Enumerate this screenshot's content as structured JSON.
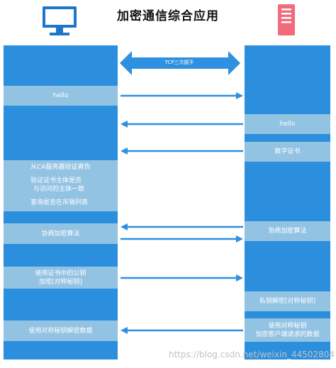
{
  "title": "加密通信综合应用",
  "client_icon": "monitor-icon",
  "server_icon": "server-icon",
  "handshake_label": "TCP三次握手",
  "left_steps": {
    "hello": "hello",
    "verify": [
      "从CA服务器验证真伪",
      "验证证书主体是否",
      "与访问的主体一致",
      "查询是否在吊销列表"
    ],
    "negotiate": "协商加密算法",
    "encrypt": [
      "使用证书中的公钥",
      "加密[对称秘钥]"
    ],
    "decrypt_data": "使用对称秘钥解密数据"
  },
  "right_steps": {
    "hello": "hello",
    "certificate": "数字证书",
    "negotiate": "协商加密算法",
    "private_decrypt": "私钥解密[对称秘钥]",
    "encrypt_data": [
      "使用对称秘钥",
      "加密客户端请求的数据"
    ]
  },
  "watermark": "https://blog.csdn.net/weixin_44502804",
  "colors": {
    "column_blue": "#2c8fde",
    "step_box": "#93c3e3",
    "arrow_blue": "#2e90e0",
    "server_red": "#f26b7c"
  }
}
